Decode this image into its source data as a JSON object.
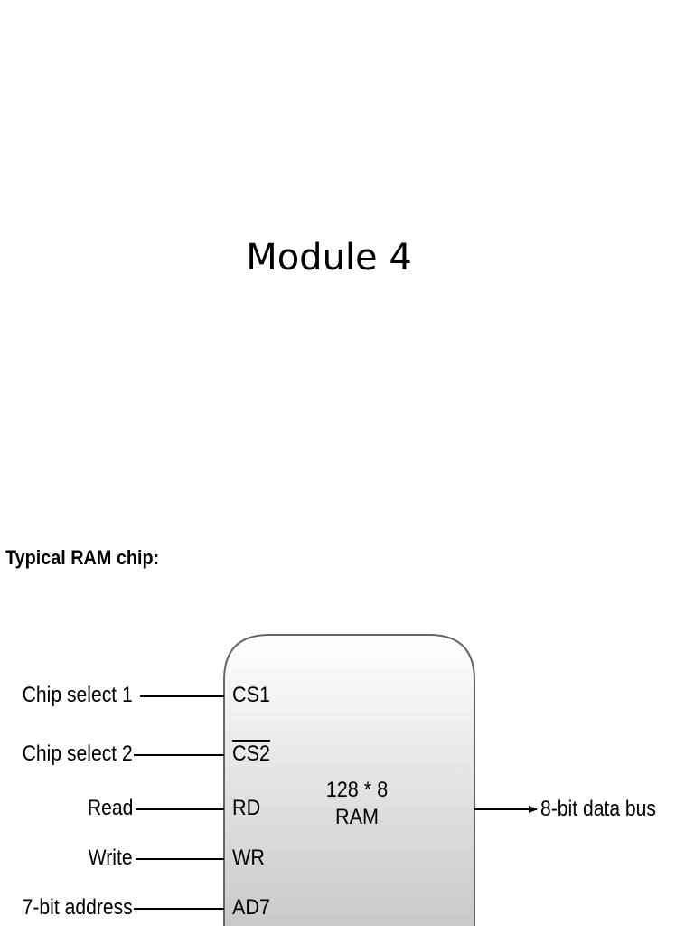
{
  "slide": {
    "title": "Module 4",
    "heading": "Typical RAM chip:"
  },
  "chip": {
    "line1": "128 * 8",
    "line2": "RAM",
    "fill_top": "#ffffff",
    "fill_bottom": "#c8c8c8",
    "stroke": "#666666"
  },
  "inputs": [
    {
      "label": "Chip select 1",
      "pin": "CS1"
    },
    {
      "label": "Chip select 2",
      "pin": "CS2",
      "pin_inverted": true
    },
    {
      "label": "Read",
      "pin": "RD"
    },
    {
      "label": "Write",
      "pin": "WR"
    },
    {
      "label": "7-bit address",
      "pin": "AD7"
    }
  ],
  "output": {
    "label": "8-bit data bus"
  }
}
